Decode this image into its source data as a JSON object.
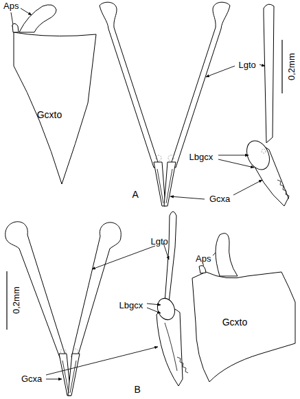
{
  "diagram": {
    "nodes": [
      {
        "text": [
          "Gcxto"
        ]
      },
      {
        "text": [
          "Gcxto"
        ]
      }
    ],
    "labels": [
      "Aps",
      "Lgto",
      "0,2mm",
      "Lbgcx",
      "A",
      "Gcxa",
      "Lgto",
      "Aps",
      "0,2mm",
      "Lbgcx",
      "Gcxa",
      "B"
    ]
  }
}
